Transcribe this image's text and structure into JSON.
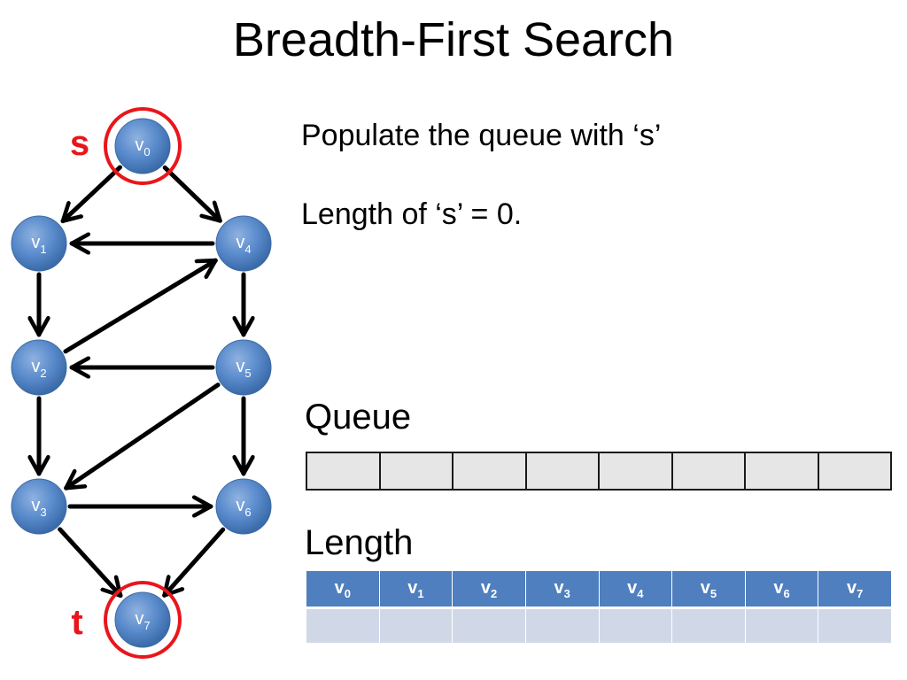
{
  "title": "Breadth-First Search",
  "source_label": "s",
  "target_label": "t",
  "nodes": [
    {
      "id": "v0",
      "base": "v",
      "sub": "0"
    },
    {
      "id": "v1",
      "base": "v",
      "sub": "1"
    },
    {
      "id": "v2",
      "base": "v",
      "sub": "2"
    },
    {
      "id": "v3",
      "base": "v",
      "sub": "3"
    },
    {
      "id": "v4",
      "base": "v",
      "sub": "4"
    },
    {
      "id": "v5",
      "base": "v",
      "sub": "5"
    },
    {
      "id": "v6",
      "base": "v",
      "sub": "6"
    },
    {
      "id": "v7",
      "base": "v",
      "sub": "7"
    }
  ],
  "edges": [
    [
      "v0",
      "v1"
    ],
    [
      "v0",
      "v4"
    ],
    [
      "v4",
      "v1"
    ],
    [
      "v1",
      "v2"
    ],
    [
      "v2",
      "v4"
    ],
    [
      "v4",
      "v5"
    ],
    [
      "v5",
      "v2"
    ],
    [
      "v2",
      "v3"
    ],
    [
      "v5",
      "v3"
    ],
    [
      "v5",
      "v6"
    ],
    [
      "v3",
      "v6"
    ],
    [
      "v3",
      "v7"
    ],
    [
      "v6",
      "v7"
    ]
  ],
  "highlighted_nodes": [
    "v0",
    "v7"
  ],
  "text": {
    "line1": "Populate the queue with ‘s’",
    "line2": "Length of ‘s’ = 0."
  },
  "queue": {
    "label": "Queue",
    "cells": [
      "",
      "",
      "",
      "",
      "",
      "",
      "",
      ""
    ]
  },
  "length": {
    "label": "Length",
    "headers": [
      {
        "base": "v",
        "sub": "0"
      },
      {
        "base": "v",
        "sub": "1"
      },
      {
        "base": "v",
        "sub": "2"
      },
      {
        "base": "v",
        "sub": "3"
      },
      {
        "base": "v",
        "sub": "4"
      },
      {
        "base": "v",
        "sub": "5"
      },
      {
        "base": "v",
        "sub": "6"
      },
      {
        "base": "v",
        "sub": "7"
      }
    ],
    "values": [
      "",
      "",
      "",
      "",
      "",
      "",
      "",
      ""
    ]
  },
  "colors": {
    "node_fill": "#4f81bd",
    "highlight": "#e8161b",
    "header_fill": "#4f7fbe",
    "value_fill": "#d0d8e8",
    "queue_fill": "#e6e6e6"
  }
}
